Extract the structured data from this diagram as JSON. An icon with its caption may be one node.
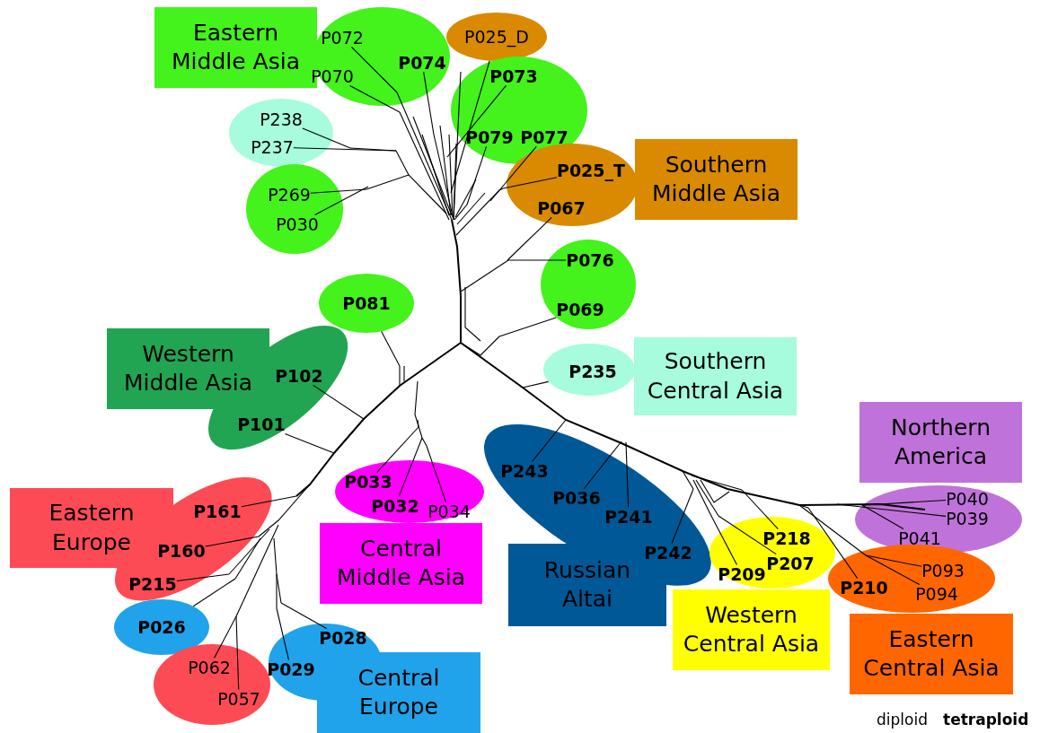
{
  "diagram": {
    "nodes": [
      {
        "text": [
          "Eastern Middle Asia"
        ]
      },
      {
        "text": [],
        "shape": "ellipse"
      },
      {
        "text": [
          "P072"
        ],
        "in": 1
      },
      {
        "text": [
          "P070"
        ],
        "in": 1
      },
      {
        "text": [
          "P074"
        ],
        "in": 1
      },
      {
        "text": [
          "P025_D"
        ]
      },
      {
        "text": [],
        "shape": "ellipse"
      },
      {
        "text": [
          "P073"
        ],
        "in": 6
      },
      {
        "text": [
          "P079"
        ],
        "in": 6
      },
      {
        "text": [
          "P077"
        ],
        "in": 6
      },
      {
        "text": [],
        "shape": "ellipse"
      },
      {
        "text": [
          "P238"
        ],
        "in": 10
      },
      {
        "text": [
          "P237"
        ],
        "in": 10
      },
      {
        "text": [
          "Southern Middle Asia"
        ]
      },
      {
        "text": [],
        "shape": "ellipse"
      },
      {
        "text": [
          "P025_T"
        ],
        "in": 14
      },
      {
        "text": [
          "P067"
        ],
        "in": 14
      },
      {
        "text": [],
        "shape": "ellipse"
      },
      {
        "text": [
          "P269"
        ],
        "in": 17
      },
      {
        "text": [
          "P030"
        ],
        "in": 17
      },
      {
        "text": [],
        "shape": "ellipse"
      },
      {
        "text": [
          "P076"
        ],
        "in": 20
      },
      {
        "text": [
          "P069"
        ],
        "in": 20
      },
      {
        "text": [
          "P081"
        ]
      },
      {
        "text": [
          "Western Middle Asia"
        ]
      },
      {
        "text": [],
        "shape": "ellipse"
      },
      {
        "text": [
          "P102"
        ],
        "in": 25
      },
      {
        "text": [
          "P101"
        ],
        "in": 25
      },
      {
        "text": [
          "P235"
        ]
      },
      {
        "text": [
          "Southern Central Asia"
        ]
      },
      {
        "text": [
          "Northern America"
        ]
      },
      {
        "text": [],
        "shape": "ellipse"
      },
      {
        "text": [
          "P040"
        ],
        "in": 31
      },
      {
        "text": [
          "P039"
        ],
        "in": 31
      },
      {
        "text": [
          "P041"
        ],
        "in": 31
      },
      {
        "text": [],
        "shape": "ellipse"
      },
      {
        "text": [
          "P243"
        ],
        "in": 35
      },
      {
        "text": [
          "P036"
        ],
        "in": 35
      },
      {
        "text": [
          "P241"
        ],
        "in": 35
      },
      {
        "text": [
          "P242"
        ],
        "in": 35
      },
      {
        "text": [],
        "shape": "ellipse"
      },
      {
        "text": [
          "P033"
        ],
        "in": 40
      },
      {
        "text": [
          "P032"
        ],
        "in": 40
      },
      {
        "text": [
          "P034"
        ],
        "in": 40
      },
      {
        "text": [
          "Central Middle Asia"
        ]
      },
      {
        "text": [
          "Eastern Europe"
        ]
      },
      {
        "text": [],
        "shape": "ellipse"
      },
      {
        "text": [
          "P161"
        ],
        "in": 46
      },
      {
        "text": [
          "P160"
        ],
        "in": 46
      },
      {
        "text": [
          "P215"
        ],
        "in": 46
      },
      {
        "text": [
          "Russian Altai"
        ]
      },
      {
        "text": [],
        "shape": "ellipse"
      },
      {
        "text": [
          "P218"
        ],
        "in": 51
      },
      {
        "text": [
          "P207"
        ],
        "in": 51
      },
      {
        "text": [
          "P209"
        ],
        "in": 51
      },
      {
        "text": [],
        "shape": "ellipse"
      },
      {
        "text": [
          "P210"
        ],
        "in": 55
      },
      {
        "text": [
          "P093"
        ],
        "in": 55
      },
      {
        "text": [
          "P094"
        ],
        "in": 55
      },
      {
        "text": [
          "Western Central Asia"
        ]
      },
      {
        "text": [
          "Eastern Central Asia"
        ]
      },
      {
        "text": [
          "P026"
        ]
      },
      {
        "text": [],
        "shape": "ellipse"
      },
      {
        "text": [
          "P028"
        ],
        "in": 62
      },
      {
        "text": [
          "P029"
        ],
        "in": 62
      },
      {
        "text": [],
        "shape": "ellipse"
      },
      {
        "text": [
          "P062"
        ],
        "in": 65
      },
      {
        "text": [
          "P057"
        ],
        "in": 65
      },
      {
        "text": [
          "Central Europe"
        ]
      }
    ],
    "edges": [
      {
        "from": 2,
        "to": null,
        "arrow": "none"
      },
      {
        "from": 3,
        "to": null,
        "arrow": "none"
      },
      {
        "from": 4,
        "to": null,
        "arrow": "none"
      },
      {
        "from": 5,
        "to": null,
        "arrow": "none"
      },
      {
        "from": 7,
        "to": null,
        "arrow": "none"
      },
      {
        "from": 8,
        "to": null,
        "arrow": "none"
      },
      {
        "from": 9,
        "to": null,
        "arrow": "none"
      },
      {
        "from": 11,
        "to": null,
        "arrow": "none"
      },
      {
        "from": 12,
        "to": null,
        "arrow": "none"
      },
      {
        "from": 15,
        "to": null,
        "arrow": "none"
      },
      {
        "from": 16,
        "to": null,
        "arrow": "none"
      },
      {
        "from": 18,
        "to": null,
        "arrow": "none"
      },
      {
        "from": 19,
        "to": null,
        "arrow": "none"
      },
      {
        "from": 21,
        "to": null,
        "arrow": "none"
      },
      {
        "from": 22,
        "to": null,
        "arrow": "none"
      },
      {
        "from": 23,
        "to": null,
        "arrow": "none"
      },
      {
        "from": 26,
        "to": null,
        "arrow": "none"
      },
      {
        "from": 27,
        "to": null,
        "arrow": "none"
      },
      {
        "from": 28,
        "to": null,
        "arrow": "none"
      },
      {
        "from": 32,
        "to": null,
        "arrow": "none"
      },
      {
        "from": 33,
        "to": null,
        "arrow": "none"
      },
      {
        "from": 34,
        "to": null,
        "arrow": "none"
      },
      {
        "from": 36,
        "to": null,
        "arrow": "none"
      },
      {
        "from": 37,
        "to": null,
        "arrow": "none"
      },
      {
        "from": 38,
        "to": null,
        "arrow": "none"
      },
      {
        "from": 39,
        "to": null,
        "arrow": "none"
      },
      {
        "from": 41,
        "to": null,
        "arrow": "none"
      },
      {
        "from": 42,
        "to": null,
        "arrow": "none"
      },
      {
        "from": 43,
        "to": null,
        "arrow": "none"
      },
      {
        "from": 47,
        "to": null,
        "arrow": "none"
      },
      {
        "from": 48,
        "to": null,
        "arrow": "none"
      },
      {
        "from": 49,
        "to": null,
        "arrow": "none"
      },
      {
        "from": 52,
        "to": null,
        "arrow": "none"
      },
      {
        "from": 53,
        "to": null,
        "arrow": "none"
      },
      {
        "from": 54,
        "to": null,
        "arrow": "none"
      },
      {
        "from": 56,
        "to": null,
        "arrow": "none"
      },
      {
        "from": 57,
        "to": null,
        "arrow": "none"
      },
      {
        "from": 58,
        "to": null,
        "arrow": "none"
      },
      {
        "from": 61,
        "to": null,
        "arrow": "none"
      },
      {
        "from": 63,
        "to": null,
        "arrow": "none"
      },
      {
        "from": 64,
        "to": null,
        "arrow": "none"
      },
      {
        "from": 66,
        "to": null,
        "arrow": "none"
      },
      {
        "from": 67,
        "to": null,
        "arrow": "none"
      }
    ],
    "labels": [
      "diploid",
      "tetraploid"
    ]
  }
}
